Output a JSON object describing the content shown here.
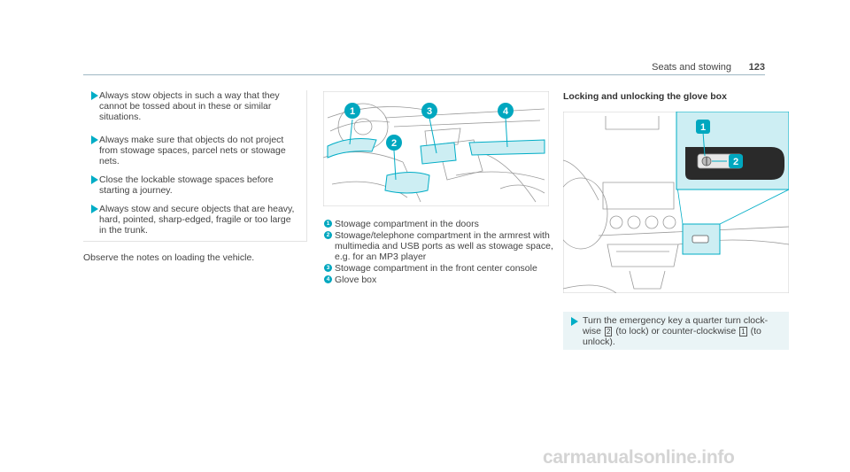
{
  "header": {
    "section": "Seats and stowing",
    "page": "123"
  },
  "warnings": [
    "Always stow objects in such a way that they cannot be tossed about in these or similar situations.",
    "Always make sure that objects do not project from stowage spaces, parcel nets or stowage nets.",
    "Close the lockable stowage spaces before starting a journey.",
    "Always stow and secure objects that are heavy, hard, pointed, sharp-edged, fragile or too large in the trunk."
  ],
  "observe_note": "Observe the notes on loading the vehicle.",
  "figure1": {
    "callouts": [
      "1",
      "2",
      "3",
      "4"
    ]
  },
  "legend": [
    {
      "num": "1",
      "text": "Stowage compartment in the doors"
    },
    {
      "num": "2",
      "text": "Stowage/telephone compartment in the armrest with multimedia and USB ports as well as stowage space, e.g. for an MP3 player"
    },
    {
      "num": "3",
      "text": "Stowage compartment in the front center console"
    },
    {
      "num": "4",
      "text": "Glove box"
    }
  ],
  "glove": {
    "title": "Locking and unlocking the glove box",
    "callouts": [
      "1",
      "2"
    ],
    "instruction": {
      "part1": "Turn the emergency key a quarter turn clock-wise",
      "key2": "2",
      "part2": "(to lock) or counter-clockwise",
      "key1": "1",
      "part3": "(to unlock)."
    }
  },
  "watermark": "carmanualsonline.info",
  "colors": {
    "accent": "#00adc6",
    "callout": "#00a7bf",
    "highlight": "#cdeef3"
  }
}
